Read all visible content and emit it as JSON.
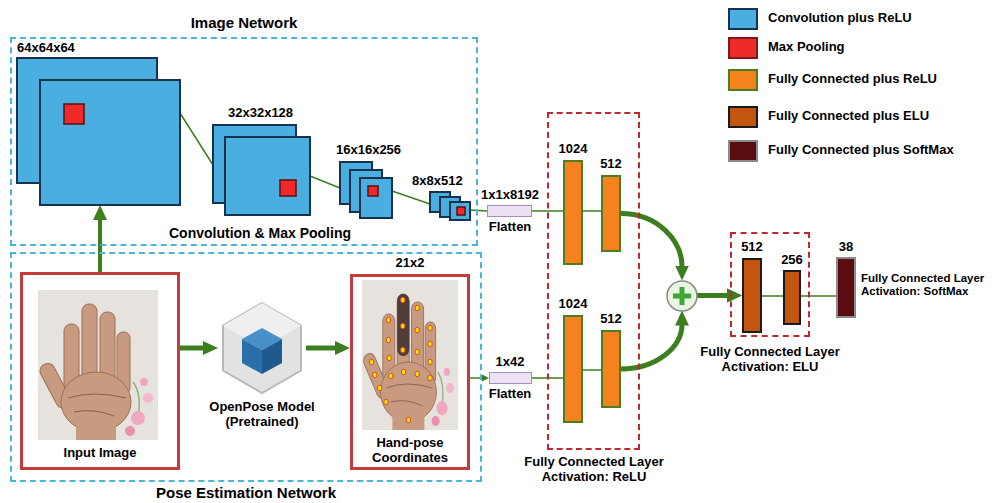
{
  "diagram": {
    "nodes": [
      {
        "text": [
          "Image Network",
          "Convolution & Max Pooling"
        ]
      },
      {
        "text": [
          "64x64x64"
        ],
        "in": 0
      },
      {
        "text": [
          "32x32x128"
        ],
        "in": 0
      },
      {
        "text": [
          "16x16x256"
        ],
        "in": 0
      },
      {
        "text": [
          "8x8x512"
        ],
        "in": 0
      },
      {
        "text": [
          "1x1x8192",
          "Flatten"
        ]
      },
      {
        "text": [
          "Fully Connected Layer Activation: ReLU"
        ]
      },
      {
        "text": [
          "1024"
        ],
        "in": 6
      },
      {
        "text": [
          "512"
        ],
        "in": 6
      },
      {
        "text": [
          "1024"
        ],
        "in": 6
      },
      {
        "text": [
          "512"
        ],
        "in": 6
      },
      {
        "text": [
          "Fully Connected Layer Activation: ELU"
        ]
      },
      {
        "text": [
          "512"
        ],
        "in": 11
      },
      {
        "text": [
          "256"
        ],
        "in": 11
      },
      {
        "text": [
          "38",
          "Fully Connected Layer Activation: SoftMax"
        ]
      },
      {
        "text": [
          "Pose Estimation Network"
        ]
      },
      {
        "text": [
          "Input Image"
        ],
        "in": 15
      },
      {
        "text": [
          "OpenPose Model (Pretrained)"
        ],
        "in": 15
      },
      {
        "text": [
          "21x2",
          "Hand-pose Coordinates"
        ],
        "in": 15
      },
      {
        "text": [
          "1x42",
          "Flatten"
        ]
      }
    ],
    "edges": [
      {
        "from": 16,
        "to": 1,
        "arrow": "to"
      },
      {
        "from": 1,
        "to": 2,
        "arrow": "none"
      },
      {
        "from": 2,
        "to": 3,
        "arrow": "none"
      },
      {
        "from": 3,
        "to": 4,
        "arrow": "none"
      },
      {
        "from": 4,
        "to": 5,
        "arrow": "none"
      },
      {
        "from": 5,
        "to": 7,
        "arrow": "none"
      },
      {
        "from": 7,
        "to": 8,
        "arrow": "none"
      },
      {
        "from": 8,
        "to": 12,
        "arrow": "to"
      },
      {
        "from": 10,
        "to": 12,
        "arrow": "to"
      },
      {
        "from": 12,
        "to": 13,
        "arrow": "none"
      },
      {
        "from": 13,
        "to": 14,
        "arrow": "none"
      },
      {
        "from": 16,
        "to": 17,
        "arrow": "to"
      },
      {
        "from": 17,
        "to": 18,
        "arrow": "to"
      },
      {
        "from": 18,
        "to": 19,
        "arrow": "to"
      },
      {
        "from": 19,
        "to": 9,
        "arrow": "none"
      },
      {
        "from": 9,
        "to": 10,
        "arrow": "none"
      }
    ],
    "legend": [
      {
        "text": "Convolution plus ReLU",
        "color": "#4aaee0"
      },
      {
        "text": "Max Pooling",
        "color": "#f0292b"
      },
      {
        "text": "Fully Connected plus ReLU",
        "color": "#f5821f"
      },
      {
        "text": "Fully Connected plus ELU",
        "color": "#c4550f"
      },
      {
        "text": "Fully Connected plus SoftMax",
        "color": "#5b0c10"
      }
    ]
  }
}
